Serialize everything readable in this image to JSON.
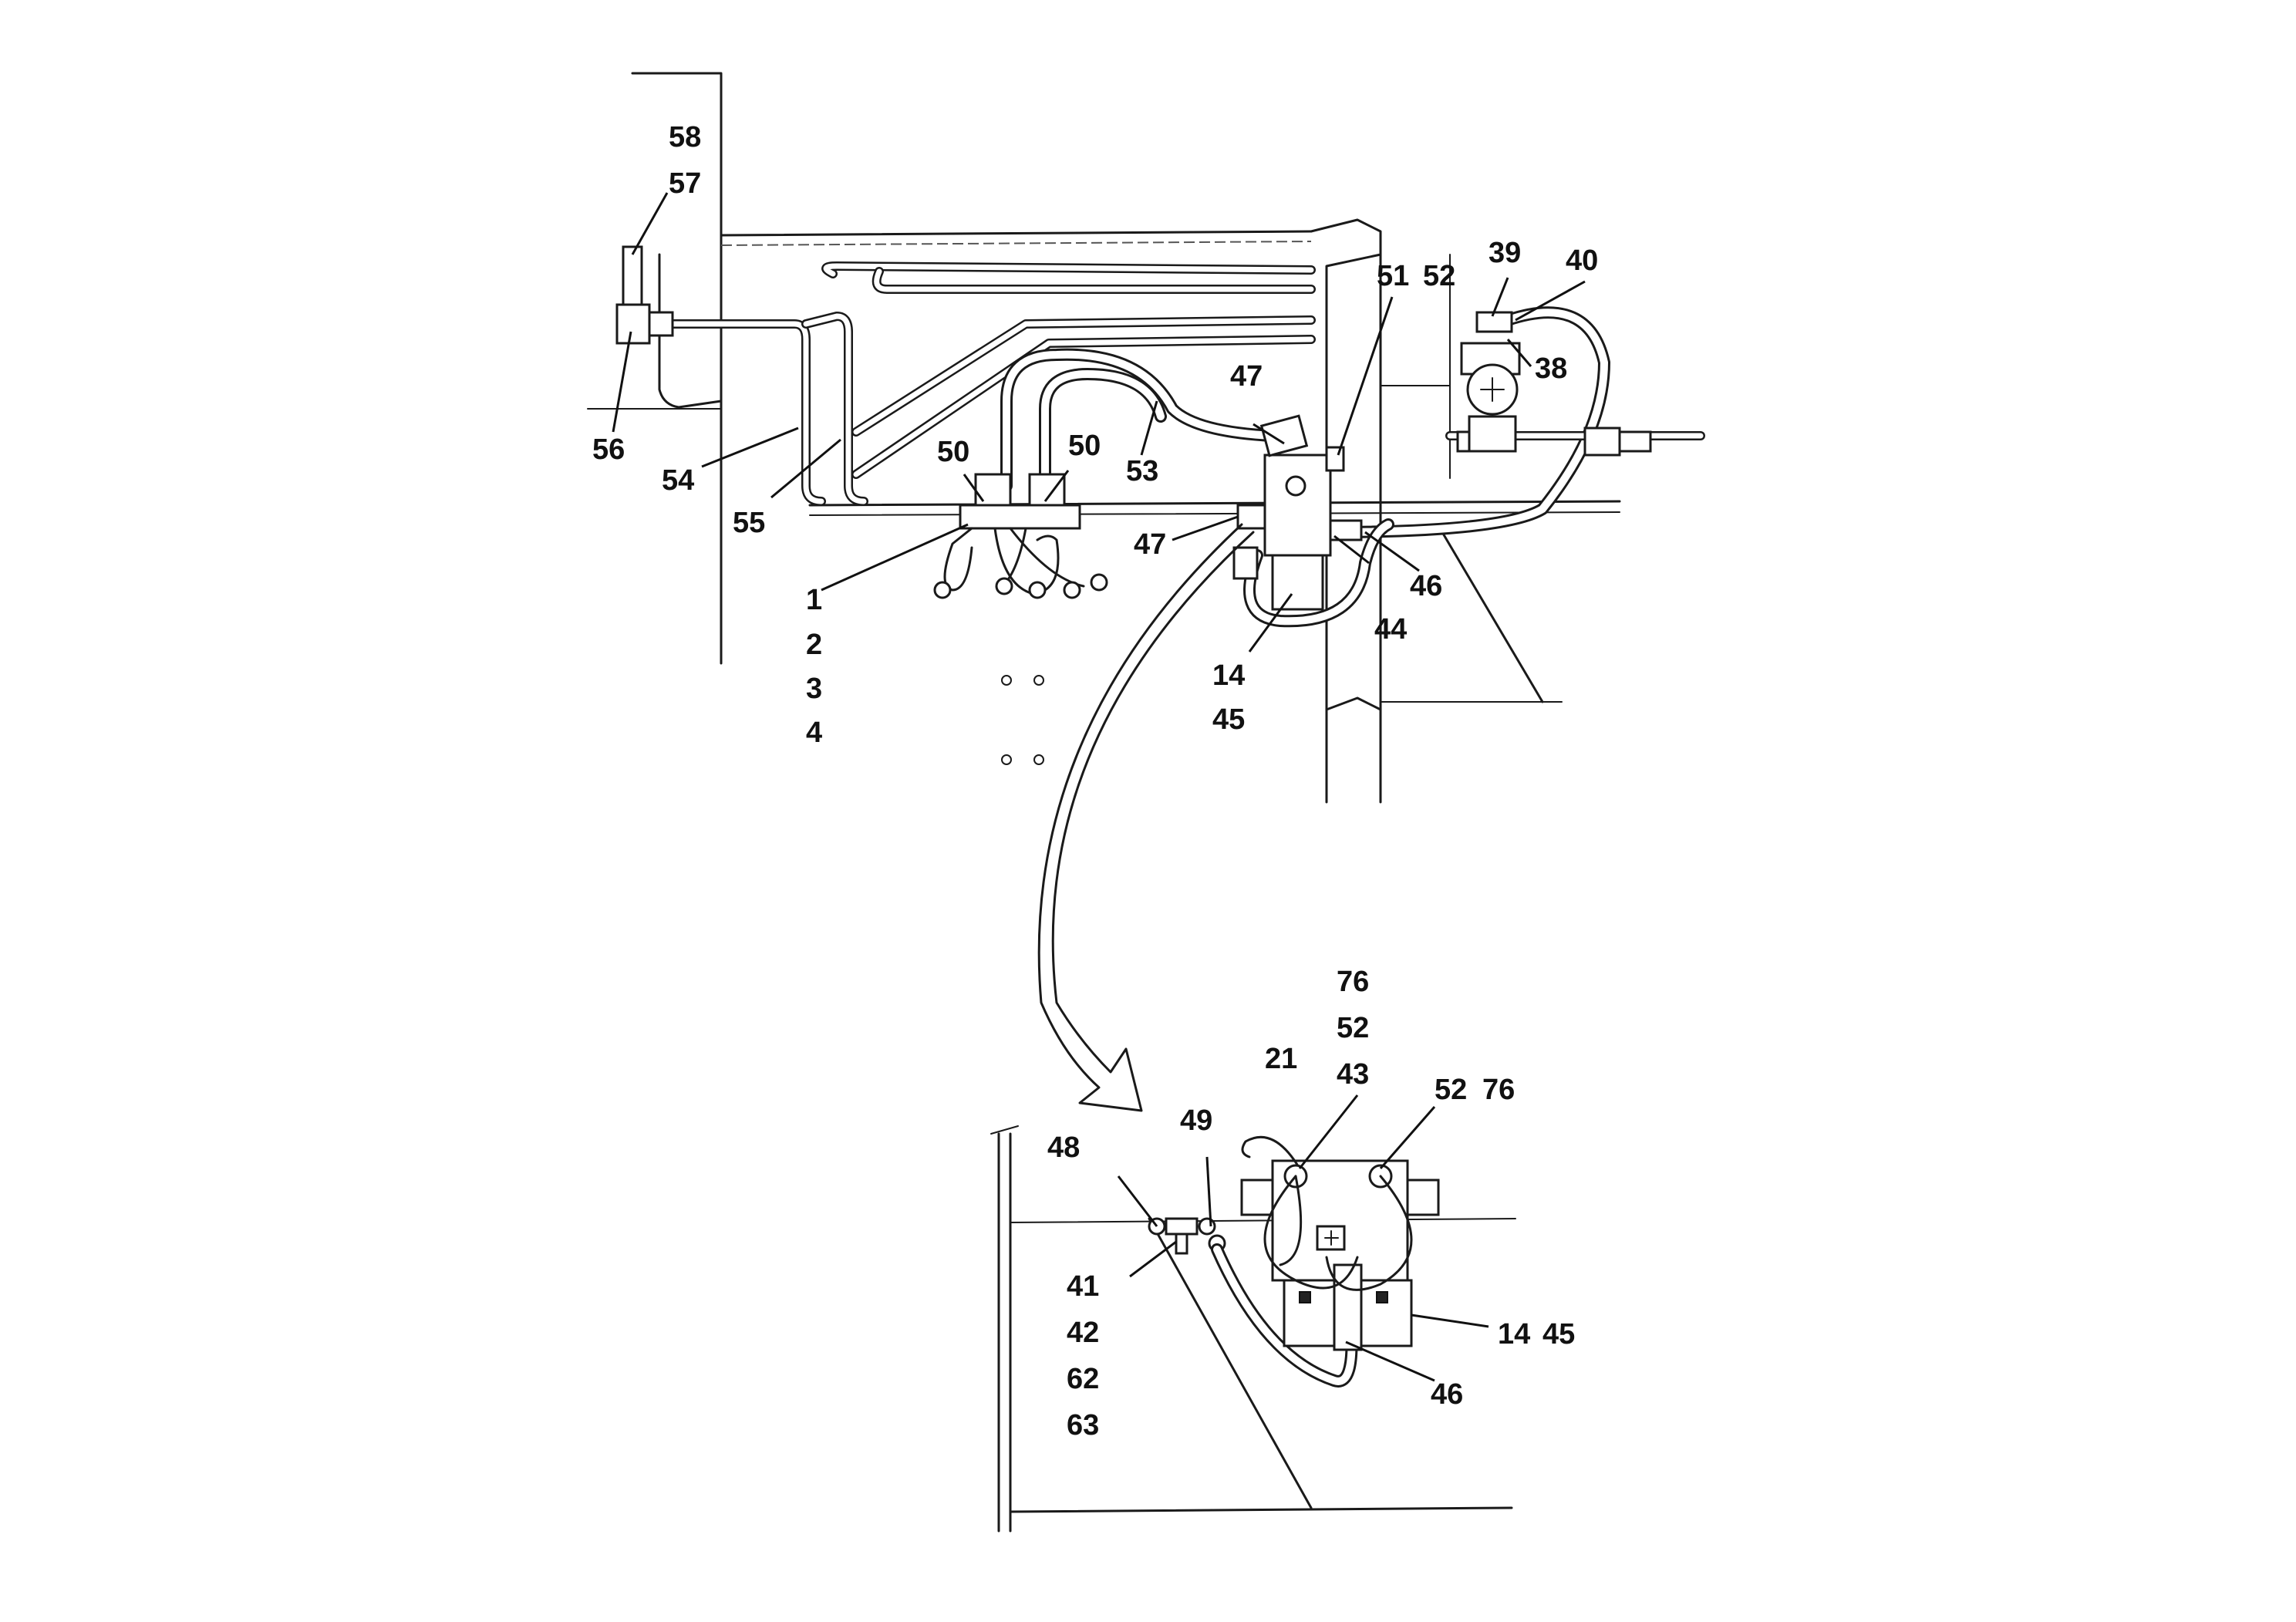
{
  "callouts": {
    "c58": "58",
    "c57": "57",
    "c56": "56",
    "c54": "54",
    "c55": "55",
    "c50a": "50",
    "c50b": "50",
    "c53": "53",
    "c47a": "47",
    "c47b": "47",
    "c51": "51",
    "c52a": "52",
    "c39": "39",
    "c40": "40",
    "c38": "38",
    "c1": "1",
    "c2": "2",
    "c3": "3",
    "c4": "4",
    "c14a": "14",
    "c45a": "45",
    "c44": "44",
    "c46a": "46",
    "c76a": "76",
    "c52b": "52",
    "c43": "43",
    "c21": "21",
    "c52c": "52",
    "c76b": "76",
    "c49": "49",
    "c48": "48",
    "c41": "41",
    "c42": "42",
    "c62": "62",
    "c63": "63",
    "c14b": "14",
    "c45b": "45",
    "c46b": "46"
  }
}
